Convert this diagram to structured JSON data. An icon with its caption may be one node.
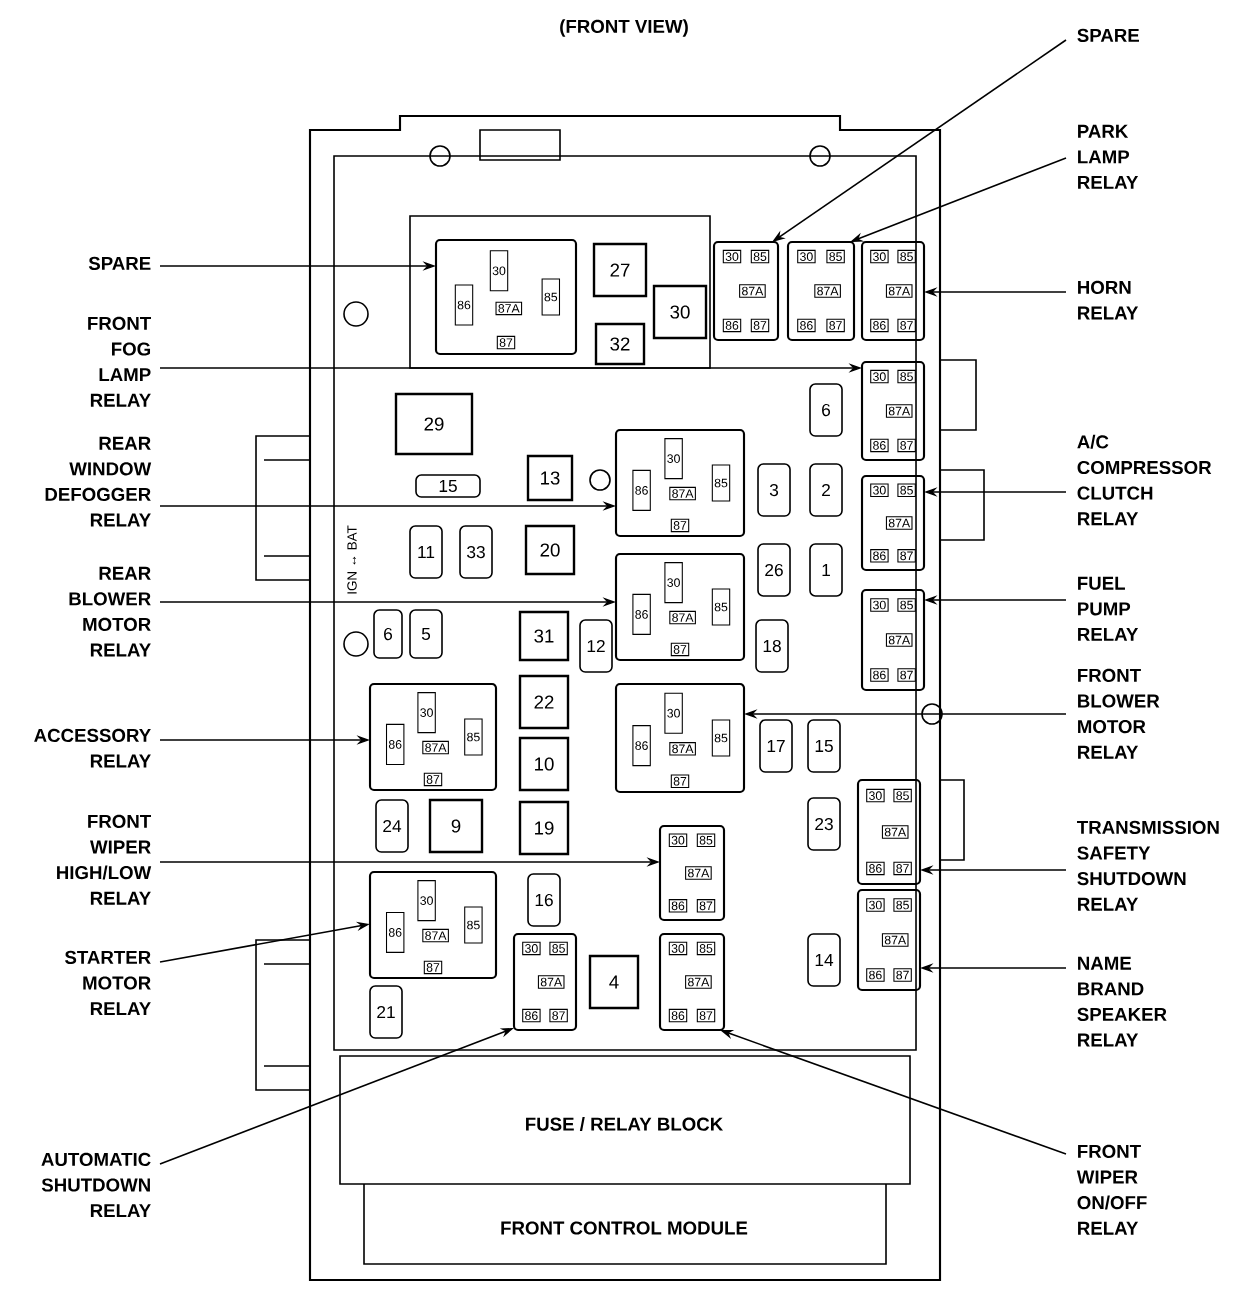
{
  "diagram": {
    "title": "(FRONT VIEW)",
    "nodes": [
      {
        "text": [
          "SPARE"
        ]
      },
      {
        "text": [
          "FRONT FOG LAMP RELAY"
        ]
      },
      {
        "text": [
          "REAR WINDOW DEFOGGER RELAY"
        ]
      },
      {
        "text": [
          "REAR BLOWER MOTOR RELAY"
        ]
      },
      {
        "text": [
          "ACCESSORY RELAY"
        ]
      },
      {
        "text": [
          "FRONT WIPER HIGH/LOW RELAY"
        ]
      },
      {
        "text": [
          "STARTER MOTOR RELAY"
        ]
      },
      {
        "text": [
          "AUTOMATIC SHUTDOWN RELAY"
        ]
      },
      {
        "text": [
          "SPARE"
        ]
      },
      {
        "text": [
          "PARK LAMP RELAY"
        ]
      },
      {
        "text": [
          "HORN RELAY"
        ]
      },
      {
        "text": [
          "A/C COMPRESSOR CLUTCH RELAY"
        ]
      },
      {
        "text": [
          "FUEL PUMP RELAY"
        ]
      },
      {
        "text": [
          "FRONT BLOWER MOTOR RELAY"
        ]
      },
      {
        "text": [
          "TRANSMISSION SAFETY SHUTDOWN RELAY"
        ]
      },
      {
        "text": [
          "NAME BRAND SPEAKER RELAY"
        ]
      },
      {
        "text": [
          "FRONT WIPER ON/OFF RELAY"
        ]
      },
      {
        "text": [
          "30",
          "86",
          "87A",
          "85",
          "87"
        ]
      },
      {
        "text": [
          "30",
          "85",
          "87A",
          "86",
          "87"
        ]
      },
      {
        "text": [
          "30",
          "85",
          "87A",
          "86",
          "87"
        ]
      },
      {
        "text": [
          "30",
          "85",
          "87A",
          "86",
          "87"
        ]
      },
      {
        "text": [
          "30",
          "85",
          "87A",
          "86",
          "87"
        ]
      },
      {
        "text": [
          "30",
          "86",
          "87A",
          "85",
          "87"
        ]
      },
      {
        "text": [
          "30",
          "85",
          "87A",
          "86",
          "87"
        ]
      },
      {
        "text": [
          "30",
          "86",
          "87A",
          "85",
          "87"
        ]
      },
      {
        "text": [
          "30",
          "85",
          "87A",
          "86",
          "87"
        ]
      },
      {
        "text": [
          "30",
          "86",
          "87A",
          "85",
          "87"
        ]
      },
      {
        "text": [
          "30",
          "86",
          "87A",
          "85",
          "87"
        ]
      },
      {
        "text": [
          "30",
          "85",
          "87A",
          "86",
          "87"
        ]
      },
      {
        "text": [
          "30",
          "85",
          "87A",
          "86",
          "87"
        ]
      },
      {
        "text": [
          "30",
          "86",
          "87A",
          "85",
          "87"
        ]
      },
      {
        "text": [
          "30",
          "85",
          "87A",
          "86",
          "87"
        ]
      },
      {
        "text": [
          "30",
          "85",
          "87A",
          "86",
          "87"
        ]
      },
      {
        "text": [
          "30",
          "85",
          "87A",
          "86",
          "87"
        ]
      }
    ],
    "edges": [
      {
        "from": 0,
        "to": 17,
        "arrow": "to"
      },
      {
        "from": 1,
        "to": 21,
        "arrow": "to"
      },
      {
        "from": 2,
        "to": 22,
        "arrow": "to"
      },
      {
        "from": 3,
        "to": 24,
        "arrow": "to"
      },
      {
        "from": 4,
        "to": 26,
        "arrow": "to"
      },
      {
        "from": 5,
        "to": 29,
        "arrow": "to"
      },
      {
        "from": 6,
        "to": 30,
        "arrow": "to"
      },
      {
        "from": 7,
        "to": 32,
        "arrow": "to"
      },
      {
        "from": 8,
        "to": 18,
        "arrow": "to"
      },
      {
        "from": 9,
        "to": 19,
        "arrow": "to"
      },
      {
        "from": 10,
        "to": 20,
        "arrow": "to"
      },
      {
        "from": 11,
        "to": 23,
        "arrow": "to"
      },
      {
        "from": 12,
        "to": 25,
        "arrow": "to"
      },
      {
        "from": 13,
        "to": 27,
        "arrow": "to"
      },
      {
        "from": 14,
        "to": 28,
        "arrow": "to"
      },
      {
        "from": 15,
        "to": 31,
        "arrow": "to"
      },
      {
        "from": 16,
        "to": 33,
        "arrow": "to"
      }
    ],
    "labels": [
      "27",
      "30",
      "32",
      "29",
      "15",
      "6",
      "13",
      "3",
      "2",
      "IGN ↔ BAT",
      "11",
      "33",
      "20",
      "26",
      "1",
      "6",
      "5",
      "31",
      "12",
      "18",
      "22",
      "17",
      "15",
      "10",
      "24",
      "9",
      "19",
      "23",
      "16",
      "14",
      "4",
      "21",
      "FUSE / RELAY BLOCK",
      "FRONT CONTROL MODULE"
    ]
  }
}
